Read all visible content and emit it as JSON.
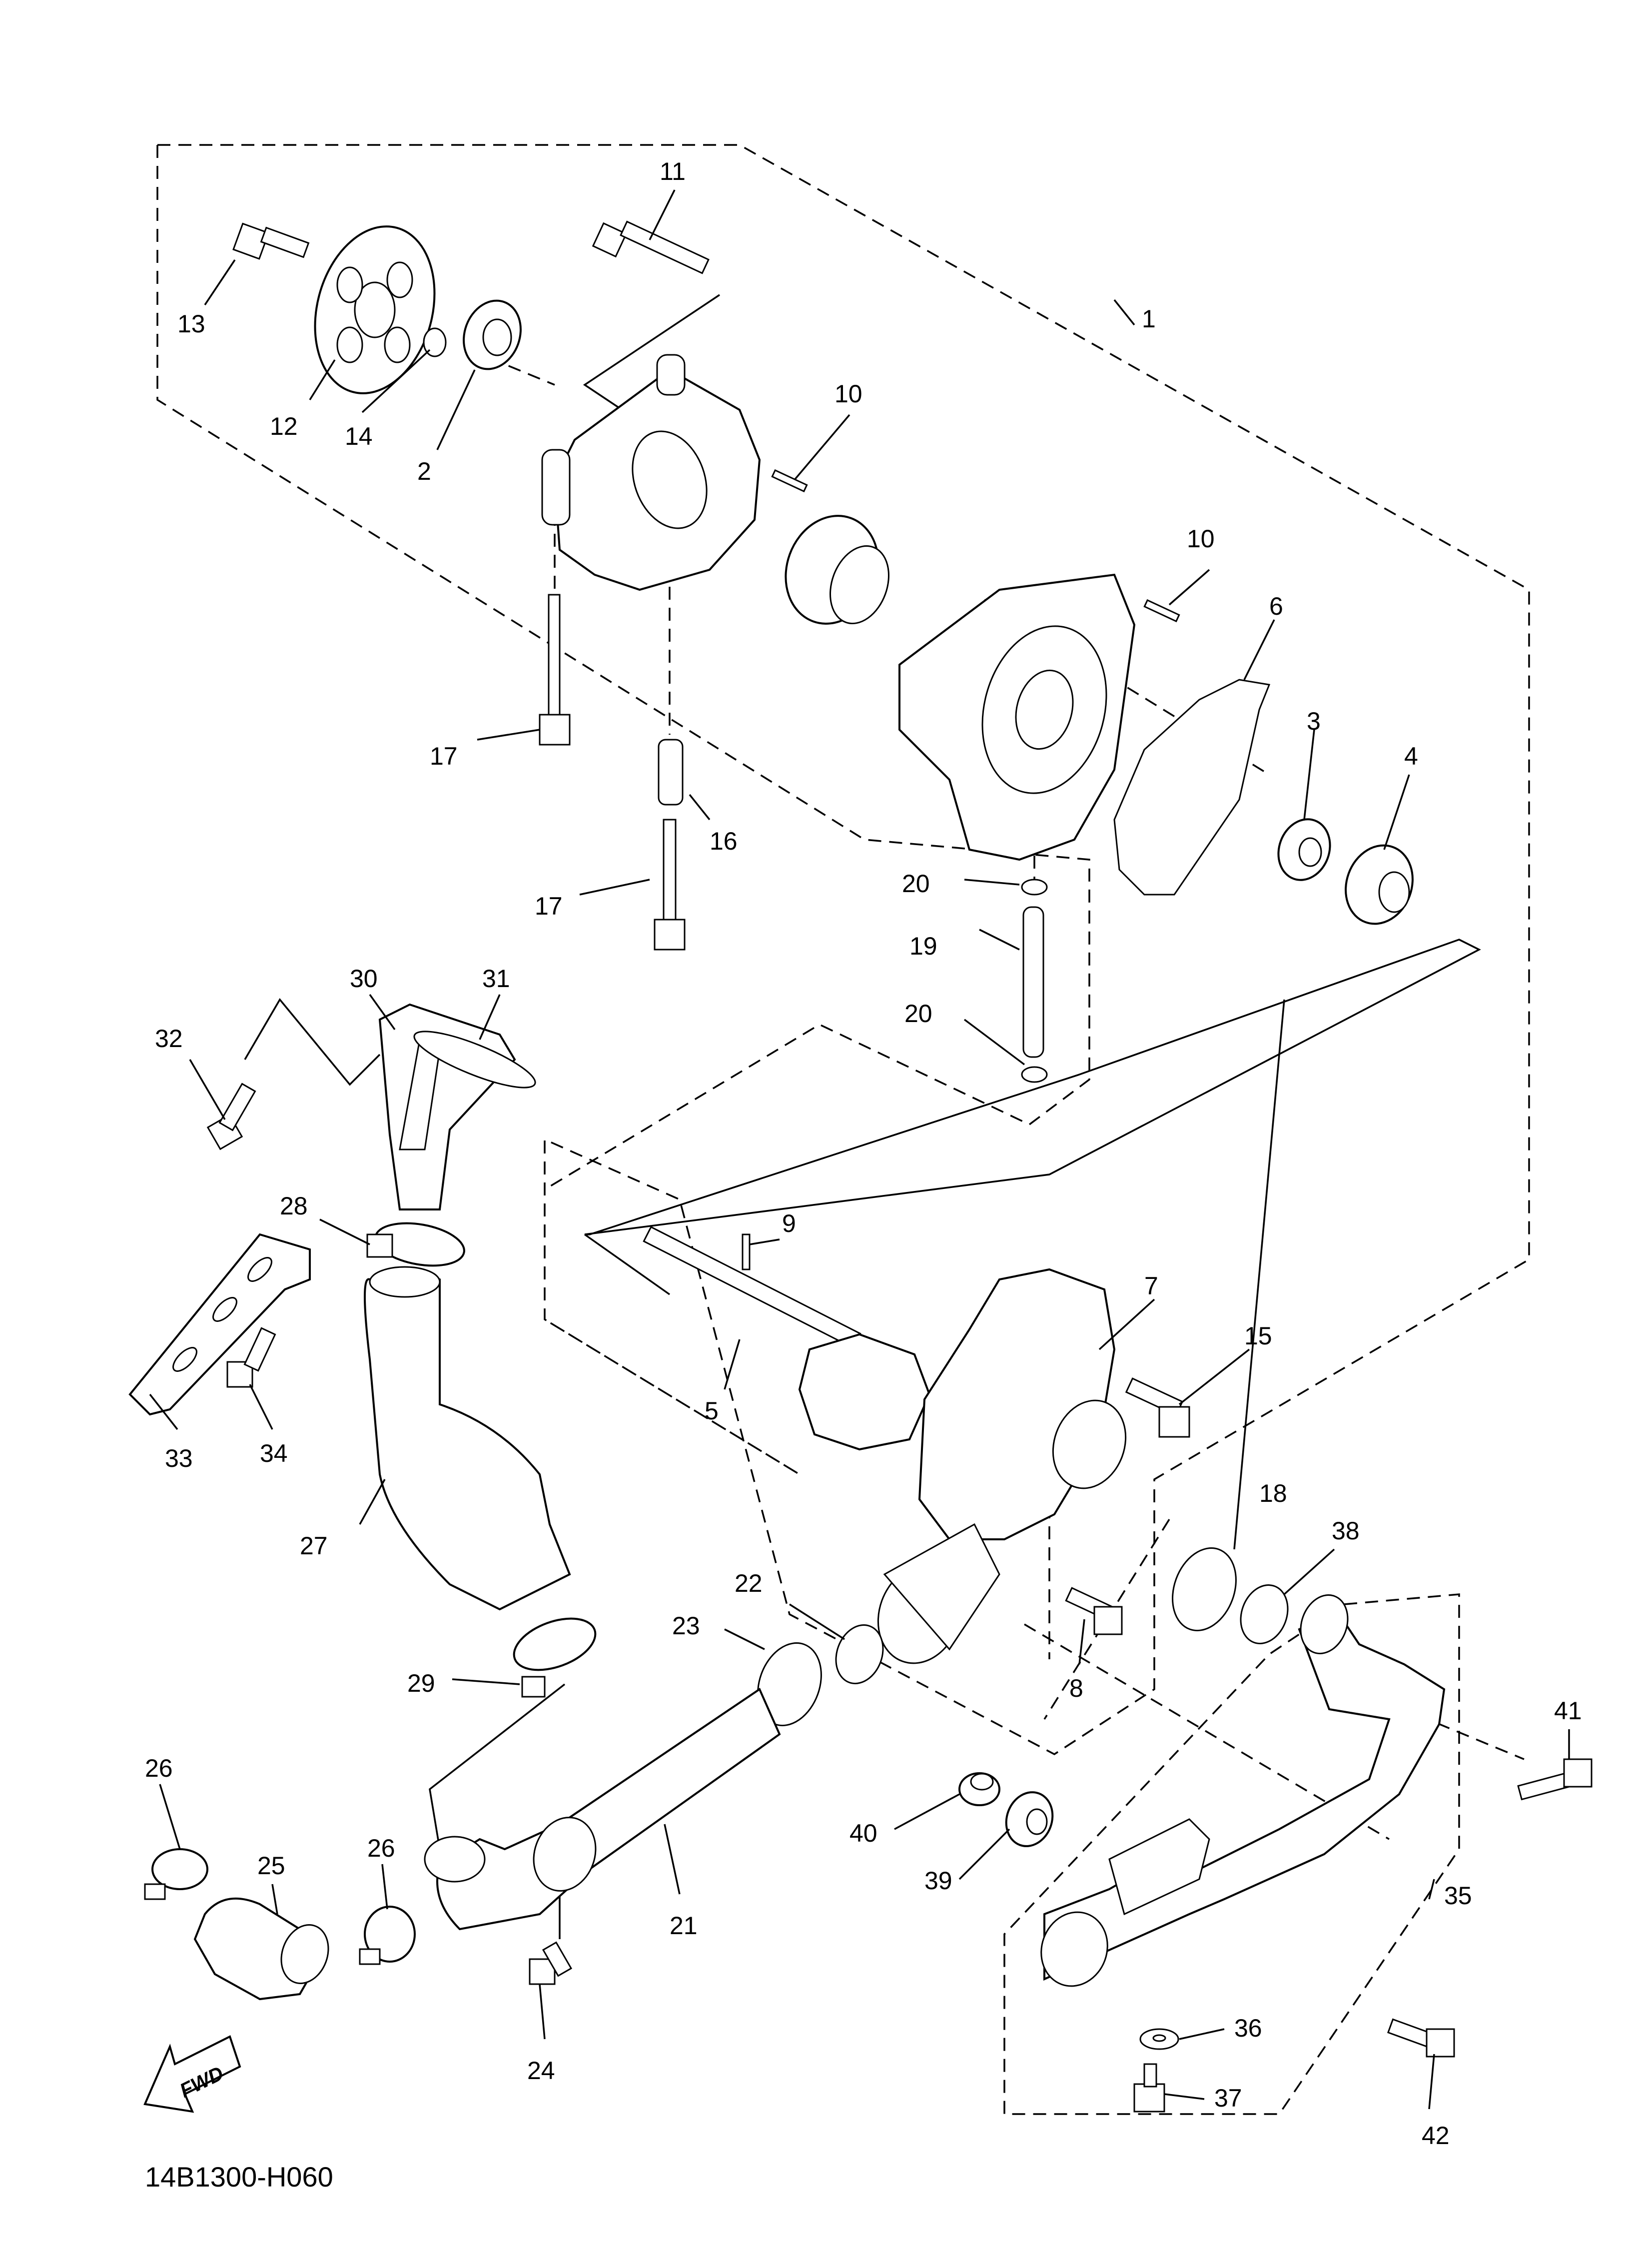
{
  "diagram": {
    "code": "14B1300-H060",
    "fwd_label": "FWD",
    "callouts": [
      {
        "id": "c1",
        "label": "1"
      },
      {
        "id": "c2",
        "label": "2"
      },
      {
        "id": "c3",
        "label": "3"
      },
      {
        "id": "c4",
        "label": "4"
      },
      {
        "id": "c5",
        "label": "5"
      },
      {
        "id": "c6",
        "label": "6"
      },
      {
        "id": "c7",
        "label": "7"
      },
      {
        "id": "c8",
        "label": "8"
      },
      {
        "id": "c9",
        "label": "9"
      },
      {
        "id": "c10a",
        "label": "10"
      },
      {
        "id": "c10b",
        "label": "10"
      },
      {
        "id": "c11",
        "label": "11"
      },
      {
        "id": "c12",
        "label": "12"
      },
      {
        "id": "c13",
        "label": "13"
      },
      {
        "id": "c14",
        "label": "14"
      },
      {
        "id": "c15",
        "label": "15"
      },
      {
        "id": "c16",
        "label": "16"
      },
      {
        "id": "c17a",
        "label": "17"
      },
      {
        "id": "c17b",
        "label": "17"
      },
      {
        "id": "c18",
        "label": "18"
      },
      {
        "id": "c19",
        "label": "19"
      },
      {
        "id": "c20a",
        "label": "20"
      },
      {
        "id": "c20b",
        "label": "20"
      },
      {
        "id": "c21",
        "label": "21"
      },
      {
        "id": "c22",
        "label": "22"
      },
      {
        "id": "c23",
        "label": "23"
      },
      {
        "id": "c24",
        "label": "24"
      },
      {
        "id": "c25",
        "label": "25"
      },
      {
        "id": "c26a",
        "label": "26"
      },
      {
        "id": "c26b",
        "label": "26"
      },
      {
        "id": "c27",
        "label": "27"
      },
      {
        "id": "c28",
        "label": "28"
      },
      {
        "id": "c29",
        "label": "29"
      },
      {
        "id": "c30",
        "label": "30"
      },
      {
        "id": "c31",
        "label": "31"
      },
      {
        "id": "c32",
        "label": "32"
      },
      {
        "id": "c33",
        "label": "33"
      },
      {
        "id": "c34",
        "label": "34"
      },
      {
        "id": "c35",
        "label": "35"
      },
      {
        "id": "c36",
        "label": "36"
      },
      {
        "id": "c37",
        "label": "37"
      },
      {
        "id": "c38",
        "label": "38"
      },
      {
        "id": "c39",
        "label": "39"
      },
      {
        "id": "c40",
        "label": "40"
      },
      {
        "id": "c41",
        "label": "41"
      },
      {
        "id": "c42",
        "label": "42"
      }
    ]
  }
}
